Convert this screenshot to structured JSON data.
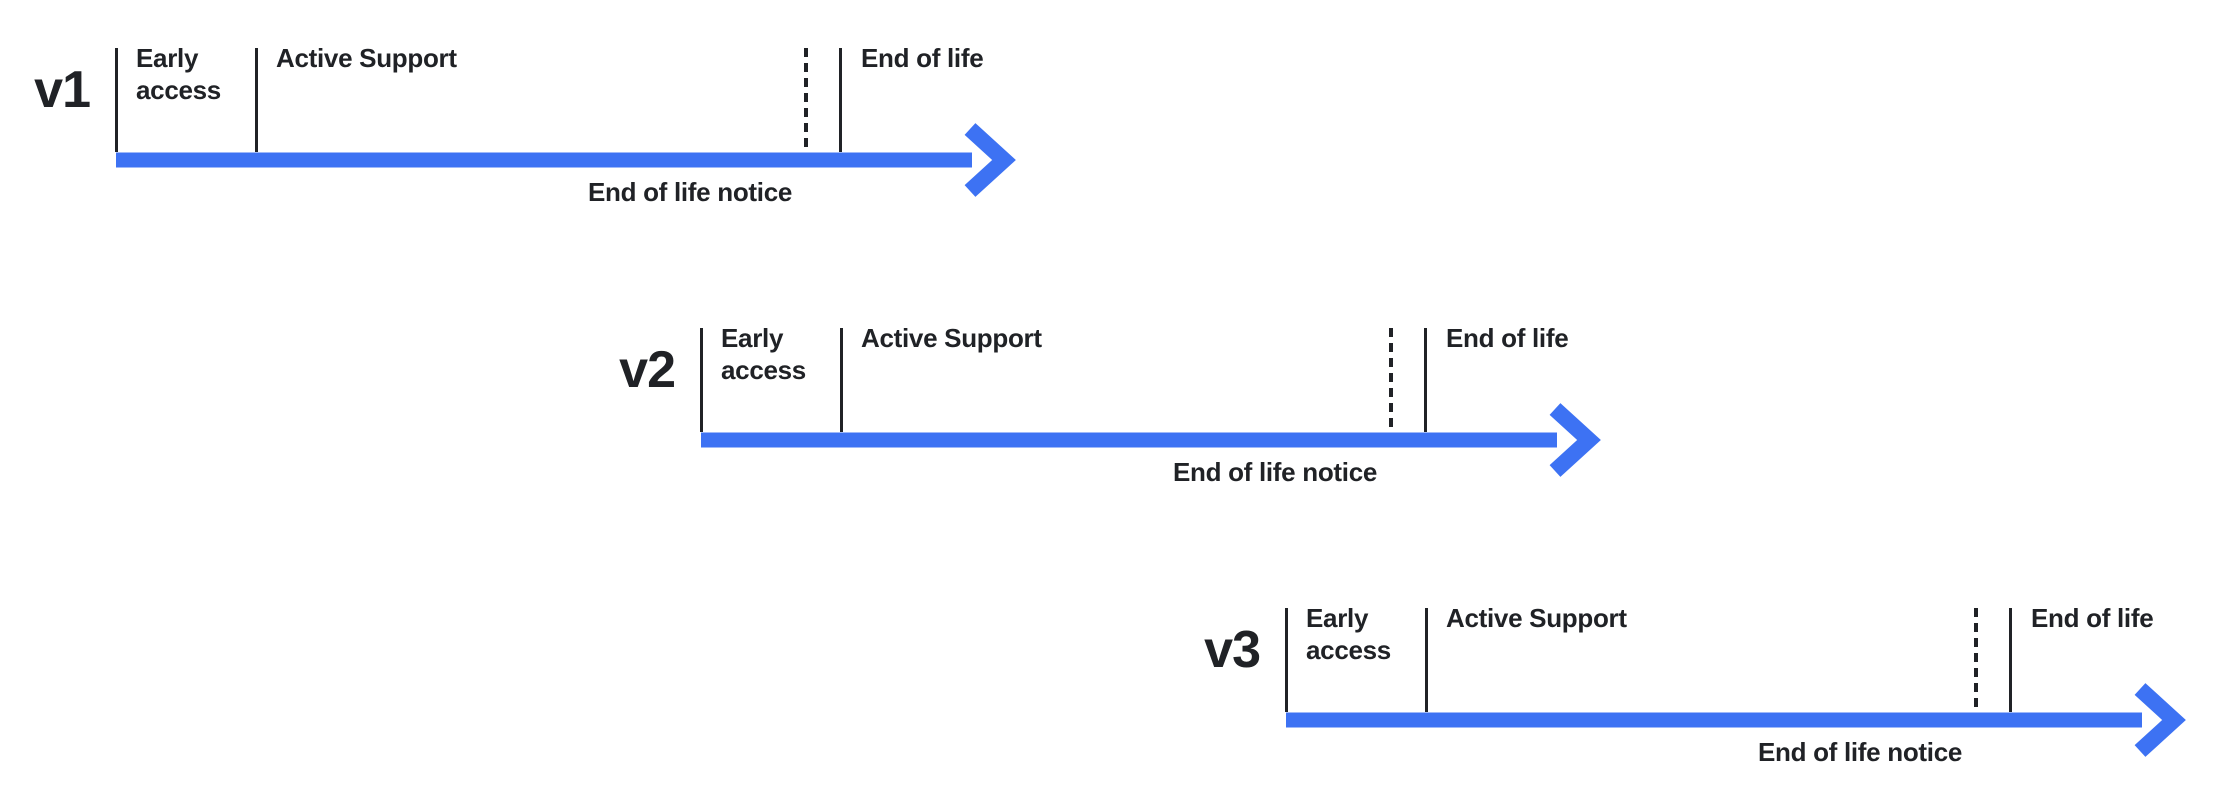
{
  "canvas": {
    "background": "#FFFFFF",
    "accent_blue": "#3D72F3",
    "ink": "#202226"
  },
  "icons": {
    "arrow": "right-arrow"
  },
  "timelines": [
    {
      "version": "v1",
      "early_access_label": "Early access",
      "active_support_label": "Active Support",
      "end_of_life_label": "End of life",
      "end_of_life_notice_label": "End of life notice"
    },
    {
      "version": "v2",
      "early_access_label": "Early access",
      "active_support_label": "Active Support",
      "end_of_life_label": "End of life",
      "end_of_life_notice_label": "End of life notice"
    },
    {
      "version": "v3",
      "early_access_label": "Early access",
      "active_support_label": "Active Support",
      "end_of_life_label": "End of life",
      "end_of_life_notice_label": "End of life notice"
    }
  ]
}
